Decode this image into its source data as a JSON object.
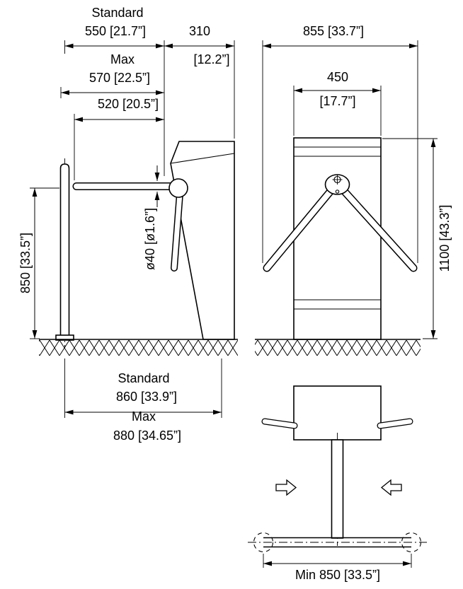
{
  "colors": {
    "ink": "#000000",
    "paper": "#ffffff"
  },
  "drawing": {
    "side_view": {
      "standard_label": "Standard",
      "dim_550": "550  [21.7”]",
      "dim_310": "310",
      "dim_310_inch": "[12.2”]",
      "max_label": "Max",
      "dim_570": "570  [22.5”]",
      "dim_520": "520  [20.5”]",
      "dim_850": "850  [33.5”]",
      "dim_dia_40": "ø40  [ø1.6”]",
      "base_standard_label": "Standard",
      "dim_860": "860  [33.9”]",
      "base_max_label": "Max",
      "dim_880": "880  [34.65”]"
    },
    "front_view": {
      "dim_855": "855  [33.7”]",
      "dim_450": "450",
      "dim_450_inch": "[17.7”]",
      "dim_1100": "1100  [43.3”]"
    },
    "top_view": {
      "dim_min_850": "Min  850  [33.5”]"
    }
  }
}
